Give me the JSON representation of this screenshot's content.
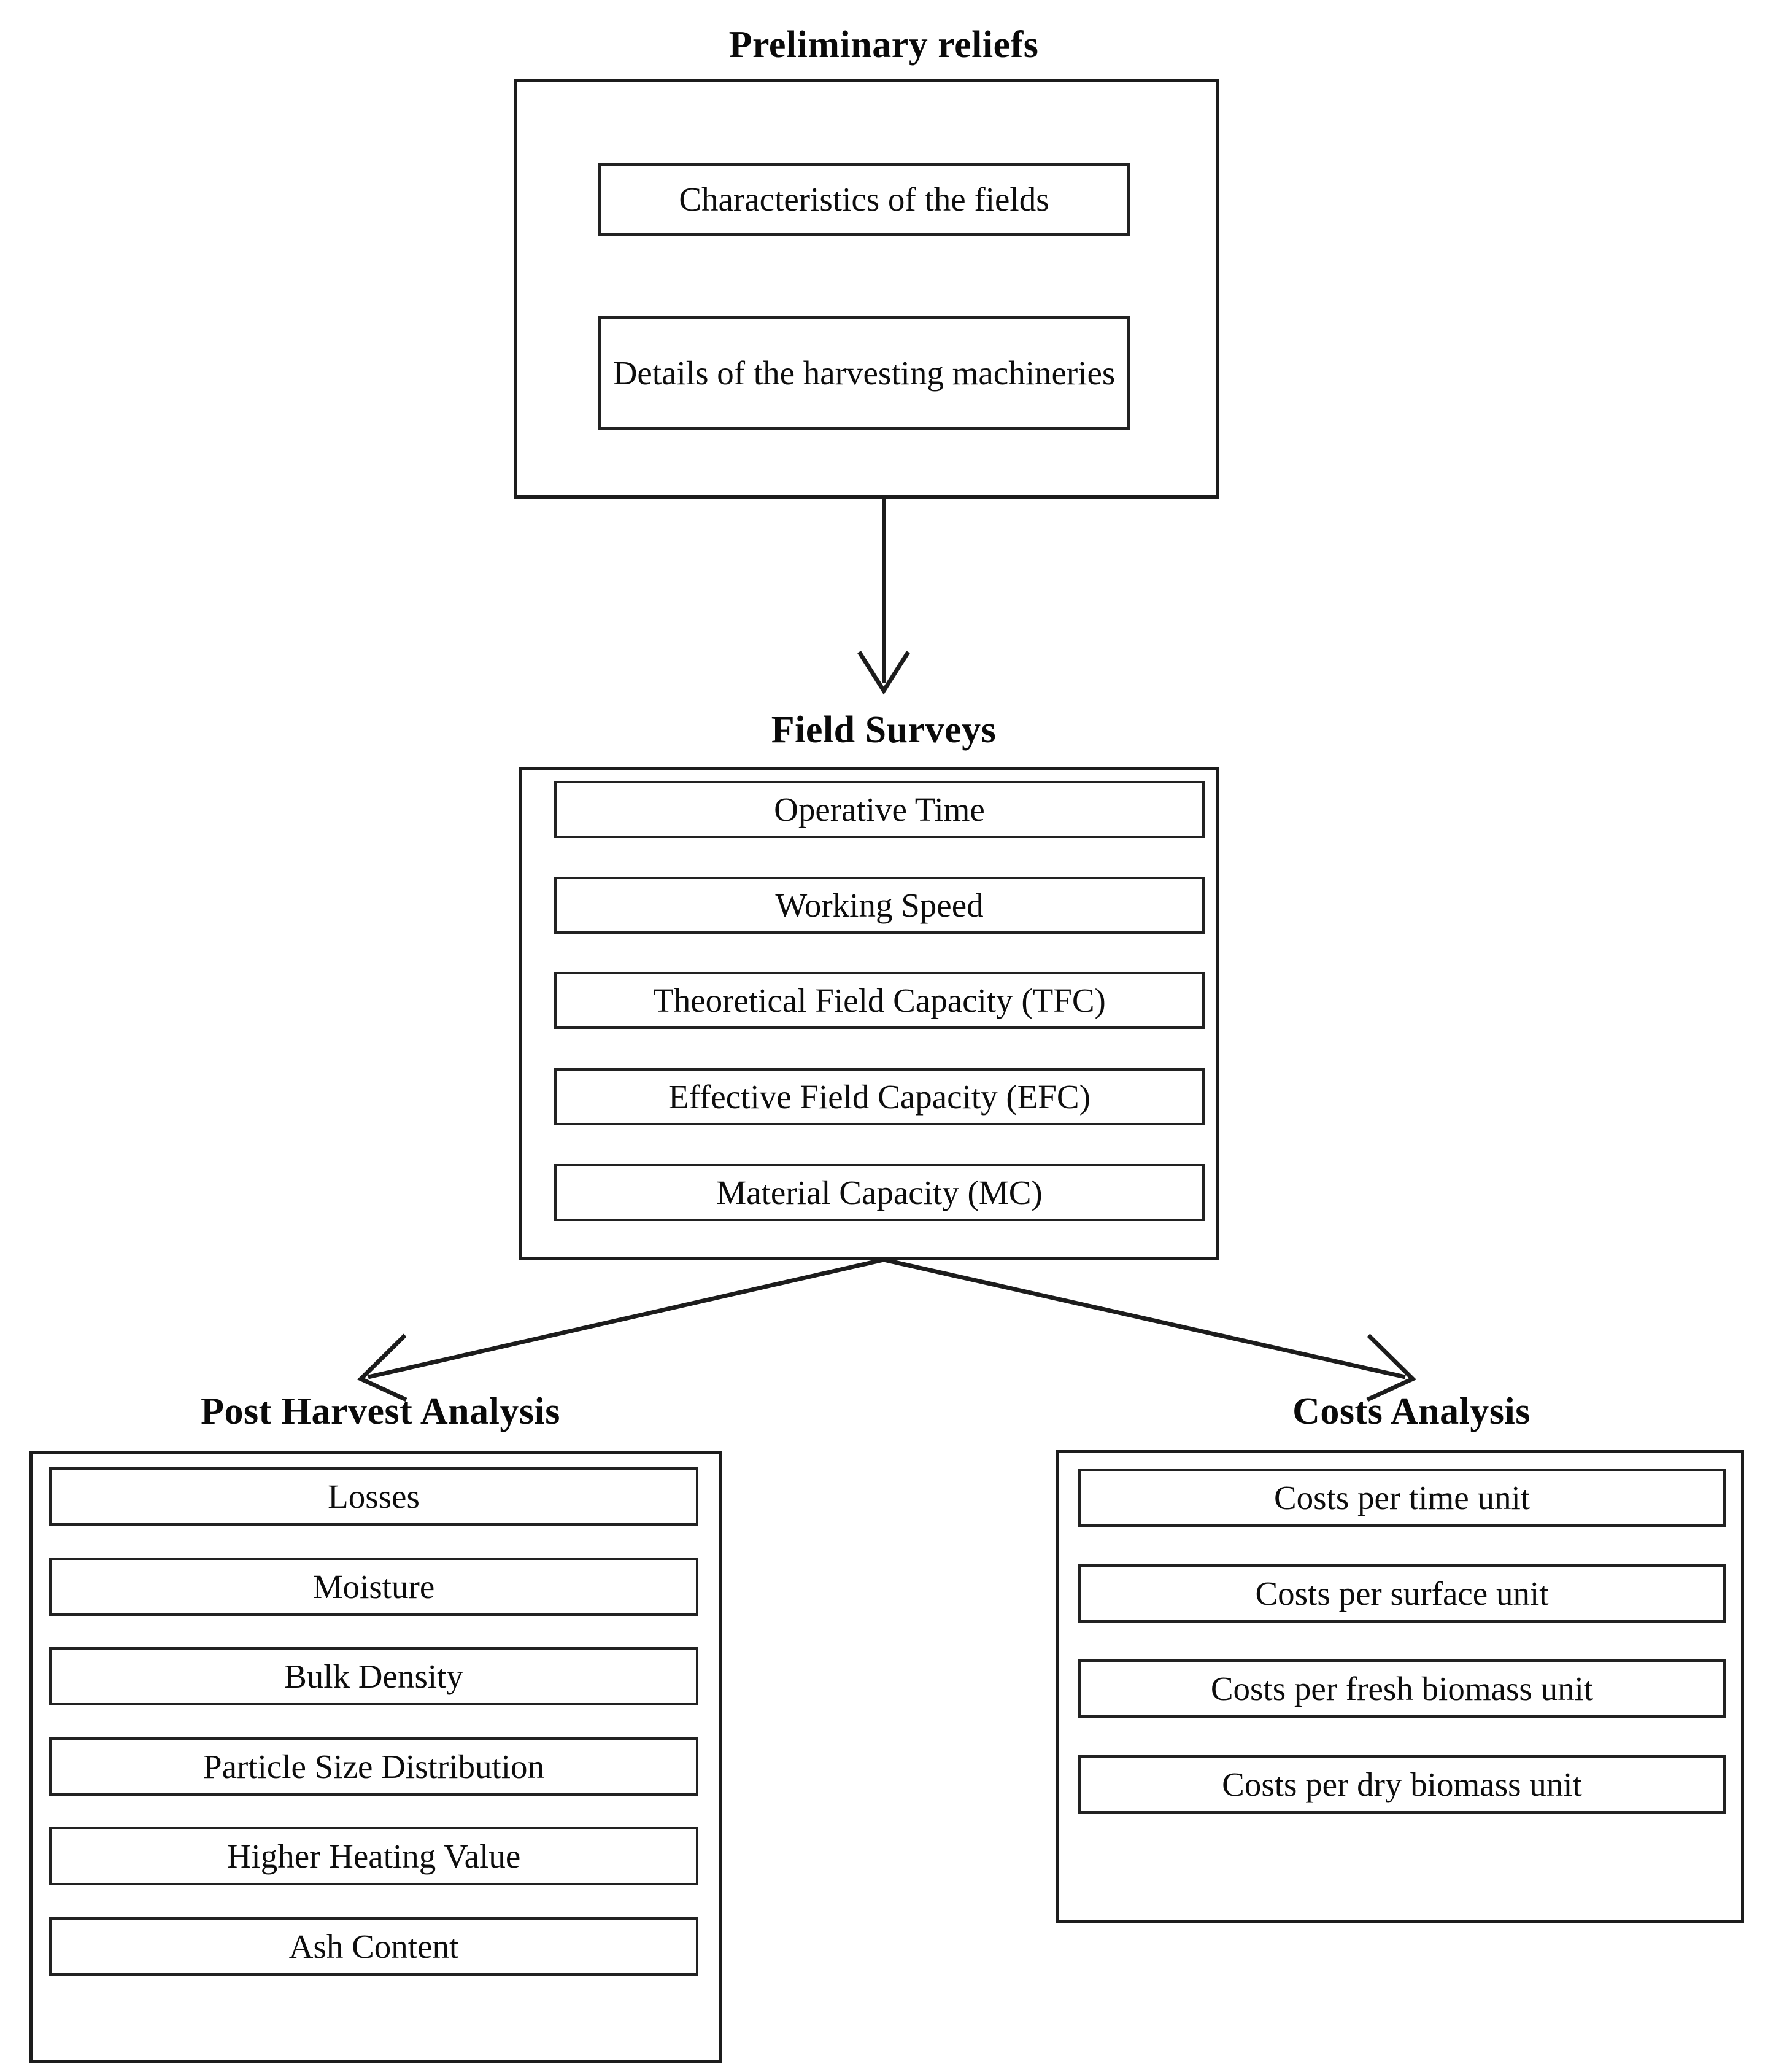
{
  "diagram": {
    "title_preliminary": "Preliminary reliefs",
    "title_field_surveys": "Field Surveys",
    "title_post_harvest": "Post Harvest Analysis",
    "title_costs": "Costs Analysis",
    "preliminary_items": [
      "Characteristics of the fields",
      "Details of the harvesting machineries"
    ],
    "field_survey_items": [
      "Operative Time",
      "Working Speed",
      "Theoretical Field Capacity (TFC)",
      "Effective Field Capacity (EFC)",
      "Material Capacity (MC)"
    ],
    "post_harvest_items": [
      "Losses",
      "Moisture",
      "Bulk Density",
      "Particle Size Distribution",
      "Higher Heating Value",
      "Ash Content"
    ],
    "costs_items": [
      "Costs per time unit",
      "Costs per surface unit",
      "Costs per fresh biomass unit",
      "Costs per dry biomass unit"
    ],
    "colors": {
      "stroke": "#1c1c1c",
      "text": "#0d0d0d",
      "background": "#ffffff"
    }
  }
}
